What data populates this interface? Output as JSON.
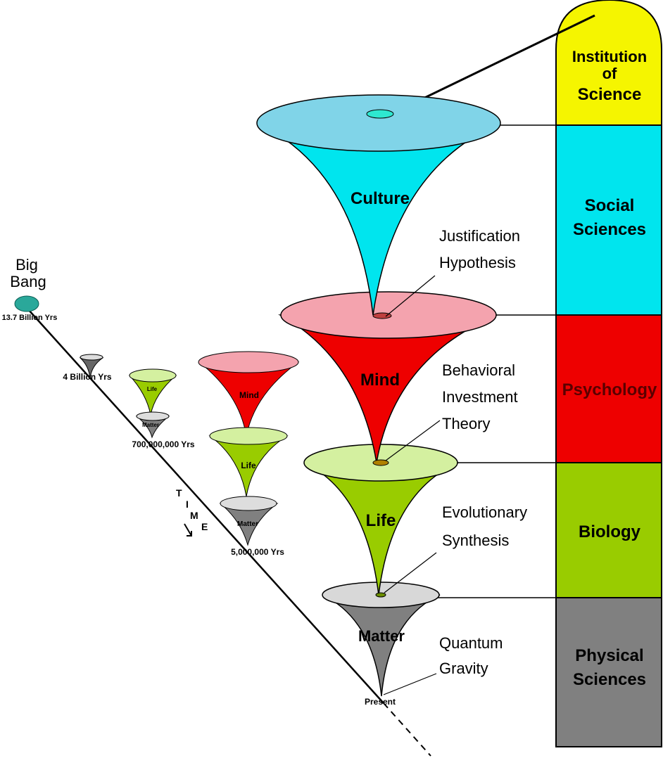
{
  "colors": {
    "culture": "#00e5ee",
    "culture_top": "#80d4e8",
    "mind": "#ee0000",
    "mind_top": "#f4a3ae",
    "life": "#99cc00",
    "life_top": "#d4f0a0",
    "matter": "#808080",
    "matter_top": "#d8d8d8",
    "institution": "#f5f500",
    "social": "#00e5ee",
    "psychology": "#ee0000",
    "biology": "#99cc00",
    "physical": "#808080"
  },
  "cones": {
    "culture": "Culture",
    "mind": "Mind",
    "life": "Life",
    "matter": "Matter",
    "present": "Present"
  },
  "joints": {
    "justification": [
      "Justification",
      "Hypothesis"
    ],
    "behavioral": [
      "Behavioral",
      "Investment",
      "Theory"
    ],
    "evolutionary": [
      "Evolutionary",
      "Synthesis"
    ],
    "quantum": [
      "Quantum",
      "Gravity"
    ]
  },
  "column": {
    "institution": [
      "Institution",
      "of",
      "Science"
    ],
    "social": [
      "Social",
      "Sciences"
    ],
    "psychology": "Psychology",
    "biology": "Biology",
    "physical": [
      "Physical",
      "Sciences"
    ]
  },
  "timeline": {
    "big_bang": [
      "Big",
      "Bang"
    ],
    "t0": "13.7 Billion Yrs",
    "t1": "4 Billion Yrs",
    "t2": "700,000,000 Yrs",
    "t3": "5,000,000 Yrs",
    "time_letters": [
      "T",
      "I",
      "M",
      "E"
    ],
    "small_life": "Life",
    "small_matter": "Matter",
    "mid_mind": "Mind",
    "mid_life": "Life",
    "mid_matter": "Matter"
  }
}
